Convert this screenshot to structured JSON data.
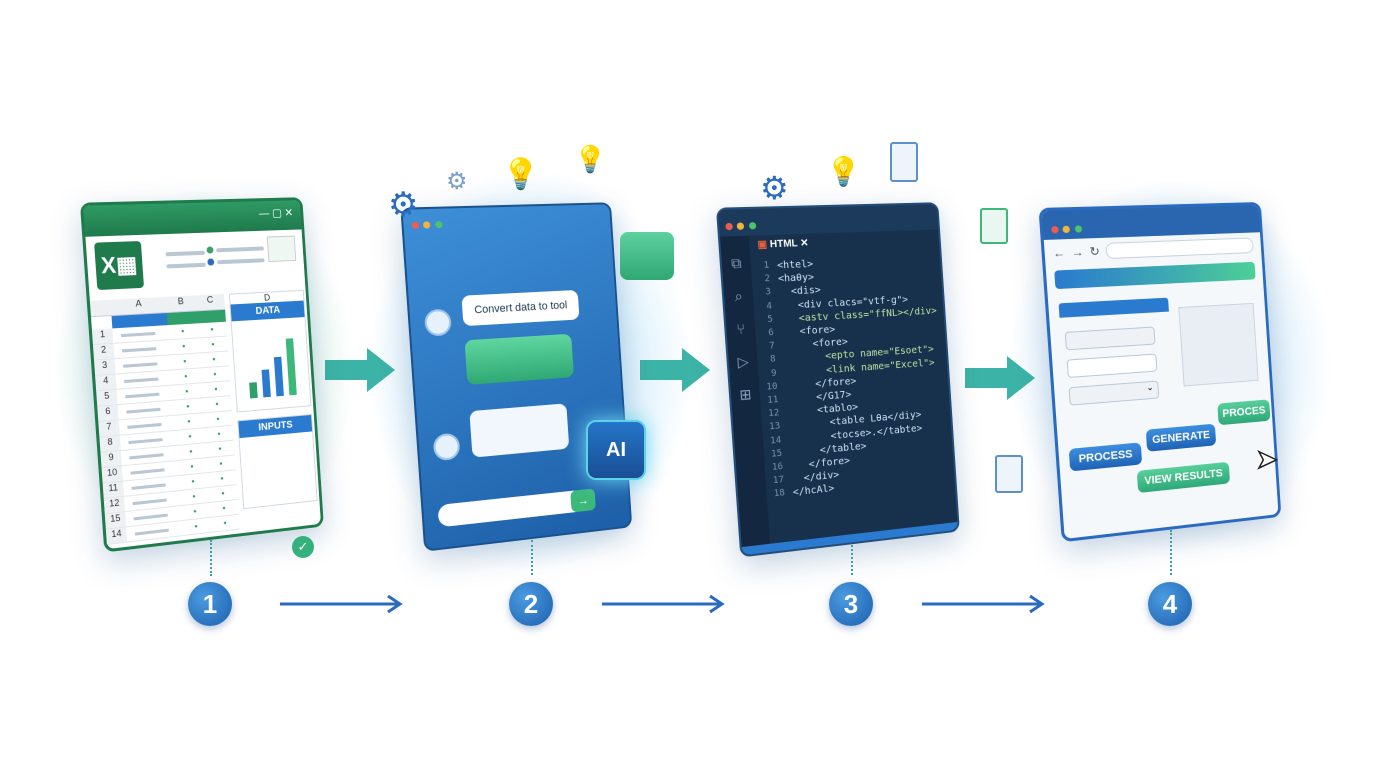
{
  "step1": {
    "number": "1",
    "app_icon_letter": "X",
    "columns": [
      "A",
      "B",
      "C",
      "D"
    ],
    "rows": [
      "1",
      "2",
      "3",
      "4",
      "5",
      "6",
      "7",
      "8",
      "9",
      "10",
      "11",
      "12",
      "15",
      "14"
    ],
    "data_header": "DATA",
    "inputs_header": "INPUTS"
  },
  "step2": {
    "number": "2",
    "user_message": "Convert data to tool",
    "ai_chip_label": "AI"
  },
  "step3": {
    "number": "3",
    "tab_label": "HTML",
    "line_numbers": [
      "1",
      "2",
      "3",
      "4",
      "5",
      "6",
      "7",
      "8",
      "9",
      "10",
      "11",
      "12",
      "13",
      "14",
      "15",
      "16",
      "17",
      "18"
    ],
    "code_lines": [
      "<htel>",
      "<haθy>",
      "  <dis>",
      "   <div clacs=\"vtf-g\">",
      "   <astv class=\"ffNL></div>",
      "   <fore>",
      "     <fore>",
      "       <epto name=\"Esoet\">",
      "       <link name=\"Excel\">",
      "     </fore>",
      "     </G17>",
      "     <tablo>",
      "       <table Lθa</diy>",
      "       <tocse>.</tabte>",
      "     </table>",
      "   </fore>",
      "  </div>",
      "</hcAl>"
    ]
  },
  "step4": {
    "number": "4",
    "buttons": {
      "process": "PROCESS",
      "generate": "GENERATE",
      "process2": "PROCES",
      "view_results": "VIEW RESULTS"
    }
  },
  "colors": {
    "excel_green": "#1f7a4c",
    "blue": "#1e63b5",
    "teal": "#2fb7a0",
    "dark_editor": "#17304c"
  }
}
